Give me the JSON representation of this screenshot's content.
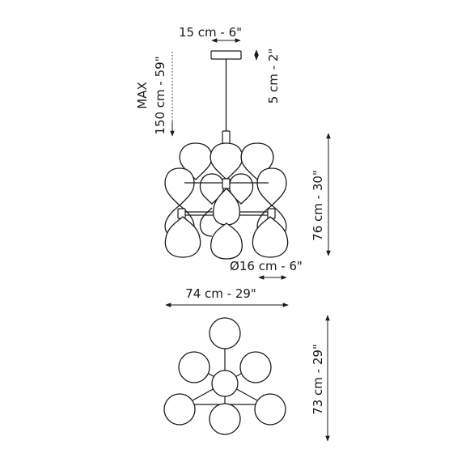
{
  "dimensions": {
    "canopy_width": "15 cm - 6\"",
    "canopy_height": "5 cm - 2\"",
    "max_label": "MAX",
    "cable_length": "150 cm - 59\"",
    "body_height": "76 cm - 30\"",
    "globe_diameter": "Ø16 cm - 6\"",
    "overall_width": "74 cm - 29\"",
    "overall_depth": "73 cm - 29\""
  }
}
